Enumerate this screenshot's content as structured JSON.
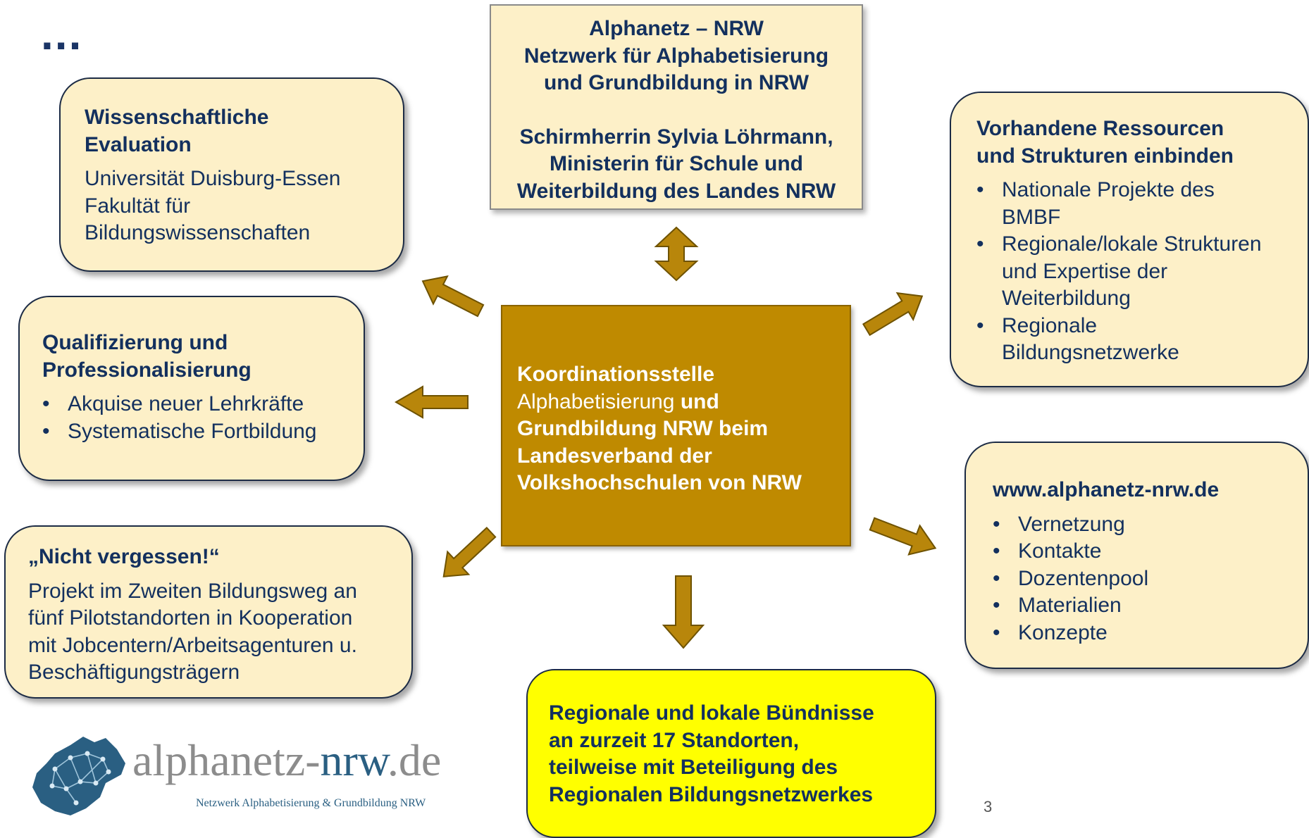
{
  "header": {
    "ellipsis": "..."
  },
  "top": {
    "line1": "Alphanetz – NRW",
    "line2": "Netzwerk für Alphabetisierung",
    "line3": "und Grundbildung in NRW",
    "line4": "Schirmherrin Sylvia Löhrmann,",
    "line5": "Ministerin für Schule und",
    "line6": "Weiterbildung des Landes NRW"
  },
  "evaluation": {
    "title_l1": "Wissenschaftliche",
    "title_l2": "Evaluation",
    "body_l1": "Universität Duisburg-Essen",
    "body_l2": "Fakultät für",
    "body_l3": "Bildungswissenschaften"
  },
  "qualification": {
    "title_l1": "Qualifizierung und",
    "title_l2": "Professionalisierung",
    "items": [
      "Akquise neuer Lehrkräfte",
      "Systematische Fortbildung"
    ]
  },
  "nicht": {
    "title": "„Nicht vergessen!“",
    "body_l1": "Projekt im Zweiten Bildungsweg an",
    "body_l2": "fünf Pilotstandorten in Kooperation",
    "body_l3": "mit Jobcentern/Arbeitsagenturen u.",
    "body_l4": "Beschäftigungsträgern"
  },
  "resources": {
    "title_l1": "Vorhandene Ressourcen",
    "title_l2": "und Strukturen einbinden",
    "item1_l1": "Nationale Projekte des",
    "item1_l2": "BMBF",
    "item2_l1": "Regionale/lokale Strukturen",
    "item2_l2": "und Expertise der",
    "item2_l3": "Weiterbildung",
    "item3_l1": "Regionale",
    "item3_l2": "Bildungsnetzwerke"
  },
  "website": {
    "title": "www.alphanetz-nrw.de",
    "items": [
      "Vernetzung",
      "Kontakte",
      "Dozentenpool",
      "Materialien",
      "Konzepte"
    ]
  },
  "center": {
    "bold1": "Koordinationsstelle",
    "normal1": "Alphabetisierung ",
    "bold2": "und",
    "bold3": "Grundbildung NRW beim",
    "bold4": "Landesverband der",
    "bold5": "Volkshochschulen von NRW"
  },
  "bottom": {
    "line1": "Regionale und lokale Bündnisse",
    "line2": "an zurzeit 17 Standorten,",
    "line3": "teilweise mit Beteiligung des",
    "line4": "Regionalen Bildungsnetzwerkes"
  },
  "logo": {
    "text_main": "alphanetz-",
    "text_accent": "nrw",
    "text_end": ".de",
    "subtitle": "Netzwerk Alphabetisierung & Grundbildung NRW"
  },
  "page_number": "3",
  "colors": {
    "box_fill": "#fdf0c8",
    "center_fill": "#bf8a00",
    "arrow_fill": "#b8860b",
    "bottom_fill": "#ffff00",
    "text": "#13305e"
  }
}
